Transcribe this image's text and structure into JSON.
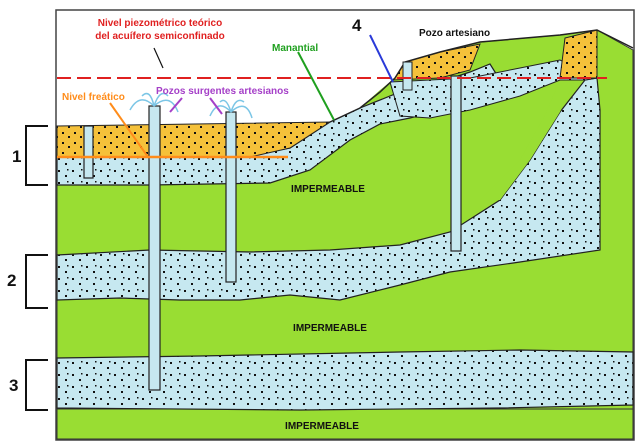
{
  "labels": {
    "piezometric_line1": "Nivel piezométrico teórico",
    "piezometric_line2": "del acuífero semiconfinado",
    "manantial": "Manantial",
    "pozo_artesiano": "Pozo artesiano",
    "nivel_freatico": "Nivel freático",
    "pozos_surgentes": "Pozos surgentes  artesianos",
    "impermeable_1": "IMPERMEABLE",
    "impermeable_2": "IMPERMEABLE",
    "impermeable_3": "IMPERMEABLE"
  },
  "markers": {
    "n1": "1",
    "n2": "2",
    "n3": "3",
    "n4": "4"
  },
  "colors": {
    "impermeable": "#99dd33",
    "aquifer": "#c6e8f0",
    "unsaturated": "#f5c13a",
    "piezometric_line": "#e02020",
    "manantial": "#1fa01f",
    "nivel_freatico": "#ff8c1a",
    "pozos_surgentes": "#a540c8",
    "marker_4": "#2a3ad8"
  }
}
